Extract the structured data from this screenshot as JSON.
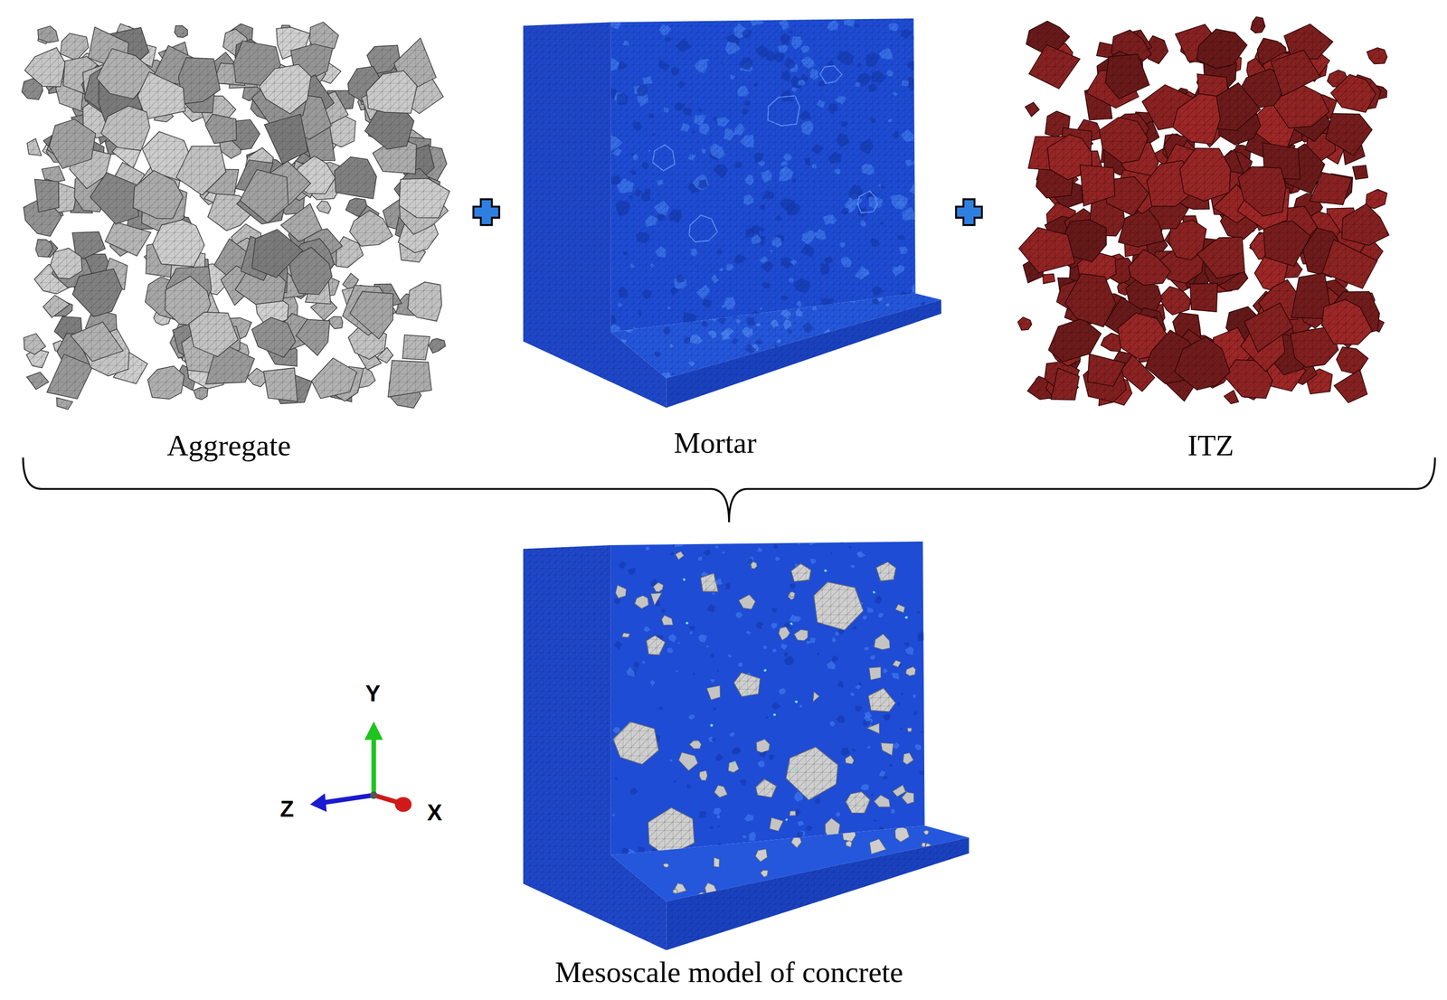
{
  "diagram": {
    "labels": [
      "Aggregate",
      "Mortar",
      "ITZ",
      "Mesoscale model of concrete",
      "Y",
      "Z",
      "X"
    ]
  }
}
